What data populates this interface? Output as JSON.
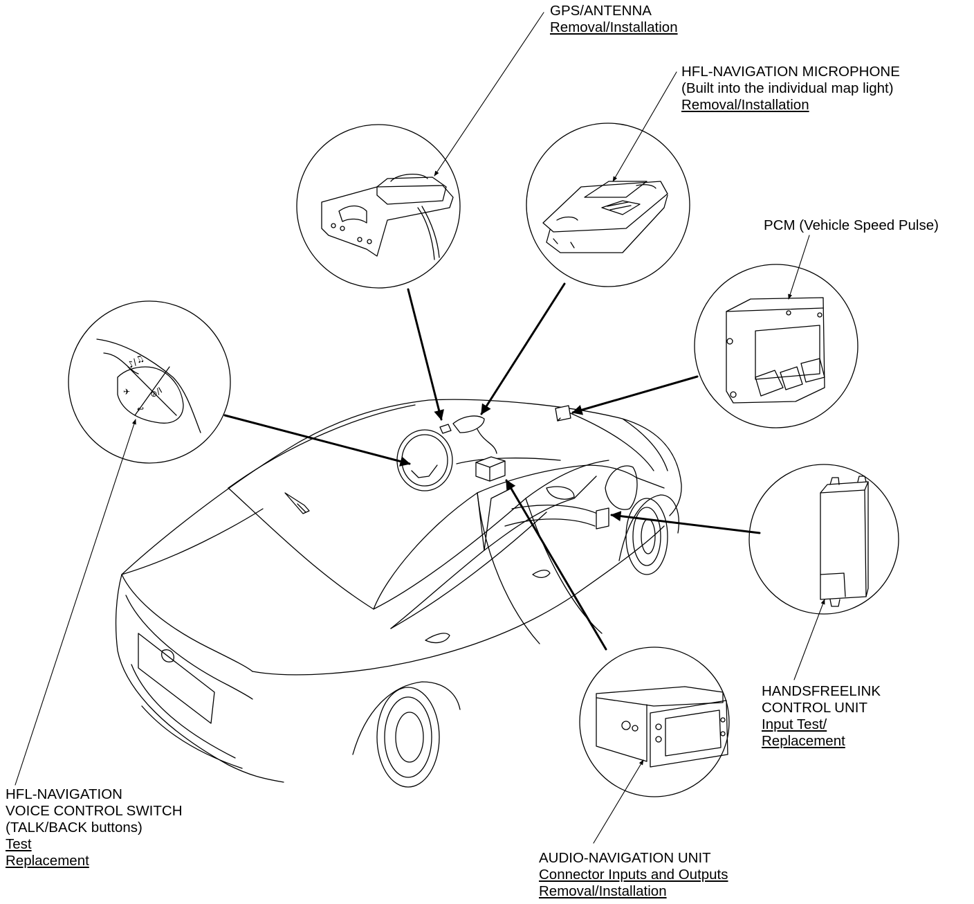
{
  "callouts": {
    "gps": {
      "title": "GPS/ANTENNA",
      "links": [
        "Removal/Installation"
      ]
    },
    "microphone": {
      "title": "HFL-NAVIGATION MICROPHONE",
      "note": "(Built into the individual map light)",
      "links": [
        "Removal/Installation"
      ]
    },
    "pcm": {
      "title": "PCM (Vehicle Speed Pulse)"
    },
    "hfl_unit": {
      "title_line1": "HANDSFREELINK",
      "title_line2": "CONTROL UNIT",
      "links": [
        "Input Test/",
        "Replacement"
      ]
    },
    "audio_nav": {
      "title": "AUDIO-NAVIGATION UNIT",
      "links": [
        "Connector Inputs and Outputs",
        "Removal/Installation"
      ]
    },
    "voice_switch": {
      "title_line1": "HFL-NAVIGATION",
      "title_line2": "VOICE CONTROL SWITCH",
      "note": "(TALK/BACK buttons)",
      "links": [
        "Test",
        "Replacement"
      ]
    }
  },
  "colors": {
    "line": "#000000",
    "background": "#ffffff"
  }
}
